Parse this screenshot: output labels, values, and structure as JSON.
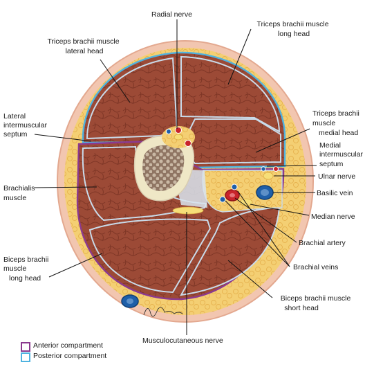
{
  "labels": {
    "radial_nerve": "Radial nerve",
    "triceps_lateral": [
      "Triceps brachii muscle",
      "lateral head"
    ],
    "triceps_long": [
      "Triceps brachii muscle",
      "long head"
    ],
    "lateral_septum": [
      "Lateral",
      "intermuscular",
      "septum"
    ],
    "triceps_medial": [
      "Triceps brachii",
      "muscle",
      "medial head"
    ],
    "medial_septum": [
      "Medial",
      "intermuscular",
      "septum"
    ],
    "ulnar_nerve": "Ulnar nerve",
    "brachialis": [
      "Brachialis",
      "muscle"
    ],
    "basilic_vein": "Basilic vein",
    "median_nerve": "Median nerve",
    "brachial_artery": "Brachial artery",
    "biceps_long": [
      "Biceps brachii",
      "muscle",
      "long head"
    ],
    "brachial_veins": "Brachial veins",
    "biceps_short": [
      "Biceps brachii muscle",
      "short head"
    ],
    "musculocutaneous": "Musculocutaneous nerve"
  },
  "legend": [
    {
      "label": "Anterior compartment",
      "color": "#8b3a8f"
    },
    {
      "label": "Posterior compartment",
      "color": "#4fb3e0"
    }
  ],
  "colors": {
    "skin": "#f2c6b0",
    "fat": "#f4cf73",
    "muscle": "#9c4a36",
    "fascia": "#c9dbea",
    "bone_cortex": "#efe7c6",
    "marrow": "#8f7563",
    "artery": "#c8242b",
    "vein": "#1f5fa8",
    "nerve": "#f6de78"
  }
}
